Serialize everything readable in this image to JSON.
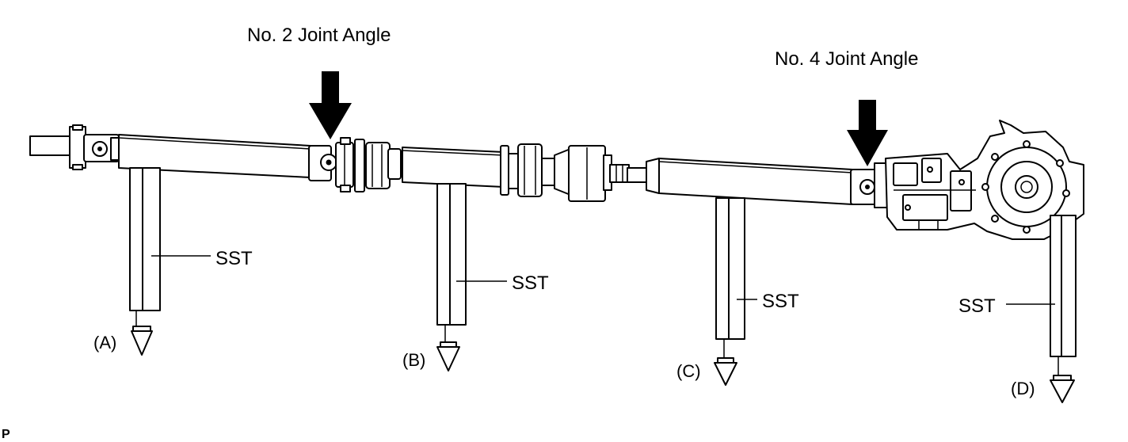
{
  "callouts": {
    "joint_no2": "No. 2 Joint Angle",
    "joint_no4": "No. 4 Joint Angle"
  },
  "sst_labels": [
    "SST",
    "SST",
    "SST",
    "SST"
  ],
  "points": [
    "(A)",
    "(B)",
    "(C)",
    "(D)"
  ],
  "figure_code": "P"
}
